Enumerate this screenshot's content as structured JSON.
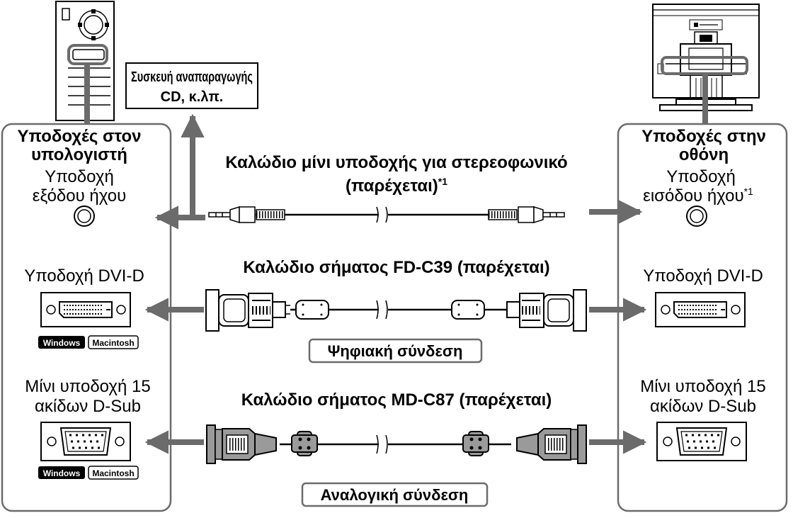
{
  "cd_player": {
    "line1": "Συσκευή αναπαραγωγής",
    "line2": "CD, κ.λπ."
  },
  "computer_panel": {
    "title_line1": "Υποδοχές στον",
    "title_line2": "υπολογιστή",
    "audio_line1": "Υποδοχή",
    "audio_line2": "εξόδου ήχου",
    "dvi_label": "Υποδοχή DVI-D",
    "dsub_line1": "Μίνι υποδοχή 15",
    "dsub_line2": "ακίδων D-Sub",
    "badge_windows": "Windows",
    "badge_mac": "Macintosh"
  },
  "monitor_panel": {
    "title_line1": "Υποδοχές στην",
    "title_line2": "οθόνη",
    "audio_line1": "Υποδοχή",
    "audio_line2": "εισόδου ήχου",
    "audio_note": "*1",
    "dvi_label": "Υποδοχή DVI-D",
    "dsub_line1": "Μίνι υποδοχή 15",
    "dsub_line2": "ακίδων D-Sub"
  },
  "cables": {
    "audio_line1": "Καλώδιο μίνι υποδοχής για στερεοφωνικό",
    "audio_line2": "(παρέχεται)",
    "audio_note": "*1",
    "dvi_title": "Καλώδιο σήματος FD-C39 (παρέχεται)",
    "dvi_connection": "Ψηφιακή σύνδεση",
    "vga_title": "Καλώδιο σήματος MD-C87 (παρέχεται)",
    "vga_connection": "Αναλογική σύνδεση"
  },
  "colors": {
    "arrow": "#6b6b6b",
    "vga_plug": "#9a9a9a",
    "outline": "#000000"
  }
}
